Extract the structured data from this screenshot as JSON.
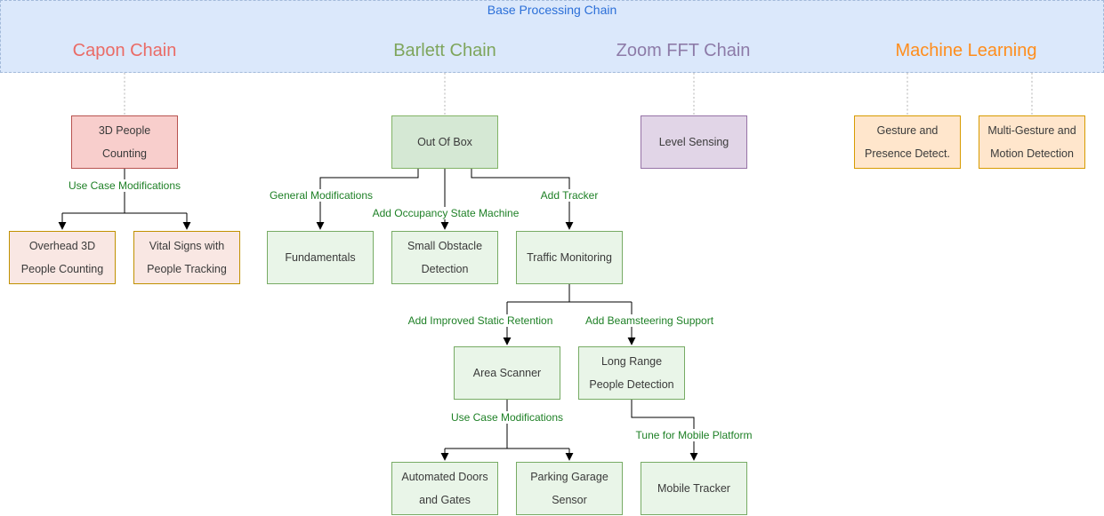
{
  "banner": {
    "title": "Base Processing Chain",
    "bg_color": "#dbe8fb",
    "border_color": "#a3bada",
    "title_color": "#2b6fd8"
  },
  "chain_titles": {
    "capon": {
      "label": "Capon Chain",
      "color": "#ea6b66"
    },
    "barlett": {
      "label": "Barlett Chain",
      "color": "#7ea55c"
    },
    "zoom_fft": {
      "label": "Zoom FFT Chain",
      "color": "#8d7ba8"
    },
    "machine_learning": {
      "label": "Machine Learning",
      "color": "#ff8d1c"
    }
  },
  "nodes": {
    "three_d_people_counting": {
      "lines": [
        "3D People",
        "Counting"
      ]
    },
    "overhead_3d_people_counting": {
      "lines": [
        "Overhead 3D",
        "People Counting"
      ]
    },
    "vital_signs_people_tracking": {
      "lines": [
        "Vital Signs with",
        "People Tracking"
      ]
    },
    "out_of_box": {
      "lines": [
        "Out Of Box"
      ]
    },
    "fundamentals": {
      "lines": [
        "Fundamentals"
      ]
    },
    "small_obstacle_detection": {
      "lines": [
        "Small Obstacle",
        "Detection"
      ]
    },
    "traffic_monitoring": {
      "lines": [
        "Traffic Monitoring"
      ]
    },
    "area_scanner": {
      "lines": [
        "Area Scanner"
      ]
    },
    "long_range_people_detection": {
      "lines": [
        "Long Range",
        "People Detection"
      ]
    },
    "automated_doors_gates": {
      "lines": [
        "Automated Doors",
        "and Gates"
      ]
    },
    "parking_garage_sensor": {
      "lines": [
        "Parking Garage",
        "Sensor"
      ]
    },
    "mobile_tracker": {
      "lines": [
        "Mobile Tracker"
      ]
    },
    "level_sensing": {
      "lines": [
        "Level Sensing"
      ]
    },
    "gesture_presence_detect": {
      "lines": [
        "Gesture and",
        "Presence Detect."
      ]
    },
    "multi_gesture_motion_detection": {
      "lines": [
        "Multi-Gesture and",
        "Motion Detection"
      ]
    }
  },
  "edge_labels": {
    "capon_use_case_modifications": "Use Case Modifications",
    "general_modifications": "General Modifications",
    "add_occupancy_state_machine": "Add Occupancy State Machine",
    "add_tracker": "Add Tracker",
    "add_improved_static_retention": "Add Improved Static Retention",
    "add_beamsteering_support": "Add Beamsteering Support",
    "scanner_use_case_modifications": "Use Case Modifications",
    "tune_for_mobile_platform": "Tune for Mobile Platform"
  },
  "colors": {
    "node_red_fill": "#f8cecc",
    "node_red_stroke": "#b85450",
    "node_pink_fill": "#f9e7e3",
    "node_gold_stroke": "#c09100",
    "node_green_fill": "#d5e8d4",
    "node_green_stroke": "#82b366",
    "node_lightgreen_fill": "#e9f5e8",
    "node_lightgreen_stroke": "#77ab64",
    "node_purple_fill": "#e1d5e7",
    "node_purple_stroke": "#9673a6",
    "node_orange_fill": "#ffe6cc",
    "node_orange_stroke": "#d79b00",
    "edge_label_color": "#1e8026",
    "connector_color": "#000000",
    "dashed_connector_color": "#b5b5b5"
  }
}
